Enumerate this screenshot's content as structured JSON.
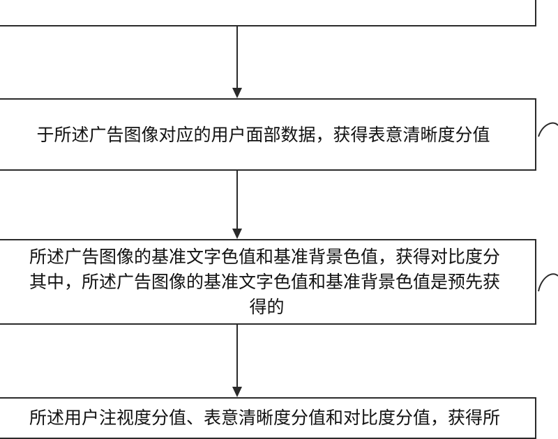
{
  "steps": [
    {
      "lines": [
        ""
      ]
    },
    {
      "lines": [
        "于所述广告图像对应的用户面部数据，获得表意清晰度分值"
      ]
    },
    {
      "lines": [
        "所述广告图像的基准文字色值和基准背景色值，获得对比度分",
        "其中，所述广告图像的基准文字色值和基准背景色值是预先获",
        "得的"
      ]
    },
    {
      "lines": [
        "所述用户注视度分值、表意清晰度分值和对比度分值，获得所"
      ]
    }
  ],
  "colors": {
    "line": "#2a2a2a",
    "text": "#111111"
  }
}
